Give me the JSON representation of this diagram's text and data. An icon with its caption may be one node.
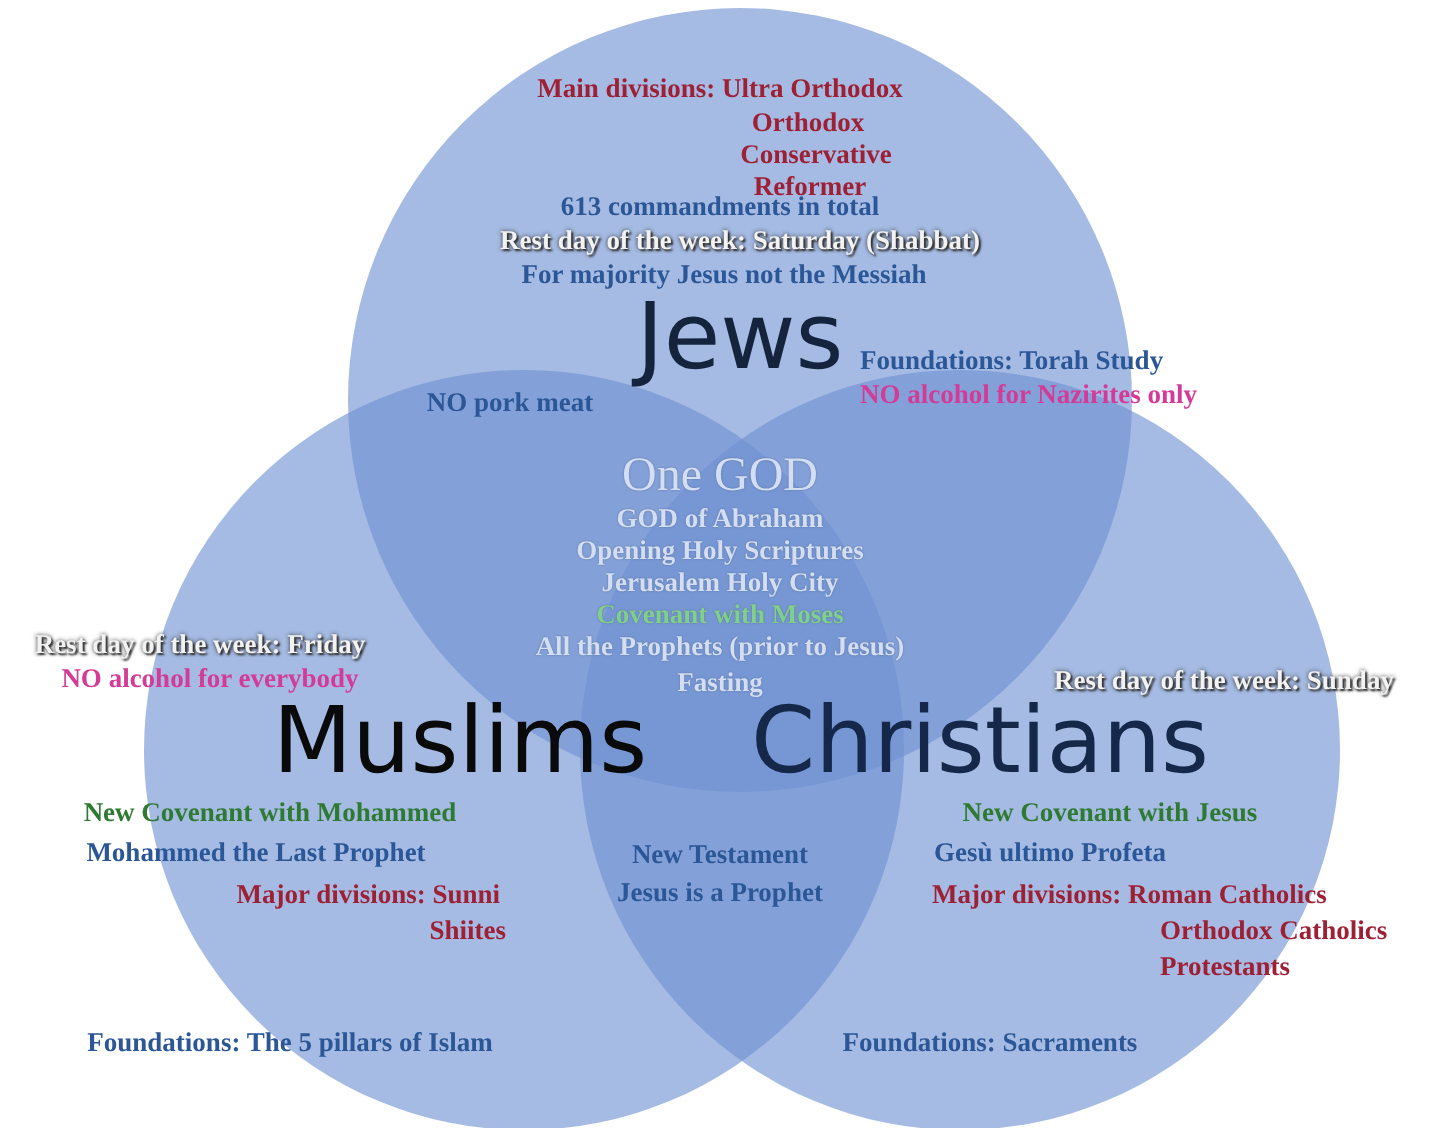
{
  "diagram": {
    "nodes": [
      {
        "text": [
          "Jews"
        ]
      },
      {
        "text": [
          "Muslims"
        ]
      },
      {
        "text": [
          "Christians"
        ]
      }
    ],
    "labels": [
      "Main divisions: Ultra Orthodox",
      "Orthodox",
      "Conservative",
      "Reformer",
      "613 commandments in total",
      "Rest day of the week: Saturday (Shabbat)",
      "For majority Jesus not the Messiah",
      "Foundations: Torah Study",
      "NO pork meat",
      "NO alcohol for Nazirites only",
      "One GOD",
      "GOD of Abraham",
      "Opening Holy Scriptures",
      "Jerusalem Holy City",
      "Covenant with Moses",
      "All the Prophets (prior to Jesus)",
      "Fasting",
      "Rest day of the week: Friday",
      "NO alcohol for everybody",
      "Rest day of the week: Sunday",
      "New Covenant with Mohammed",
      "New Covenant with Jesus",
      "Mohammed the Last Prophet",
      "New Testament",
      "Jesus is a Prophet",
      "Gesù ultimo Profeta",
      "Major divisions: Sunni",
      "Major divisions: Roman Catholics",
      "Shiites",
      "Orthodox Catholics",
      "Protestants",
      "Foundations: The 5 pillars of Islam",
      "Foundations: Sacraments"
    ]
  }
}
